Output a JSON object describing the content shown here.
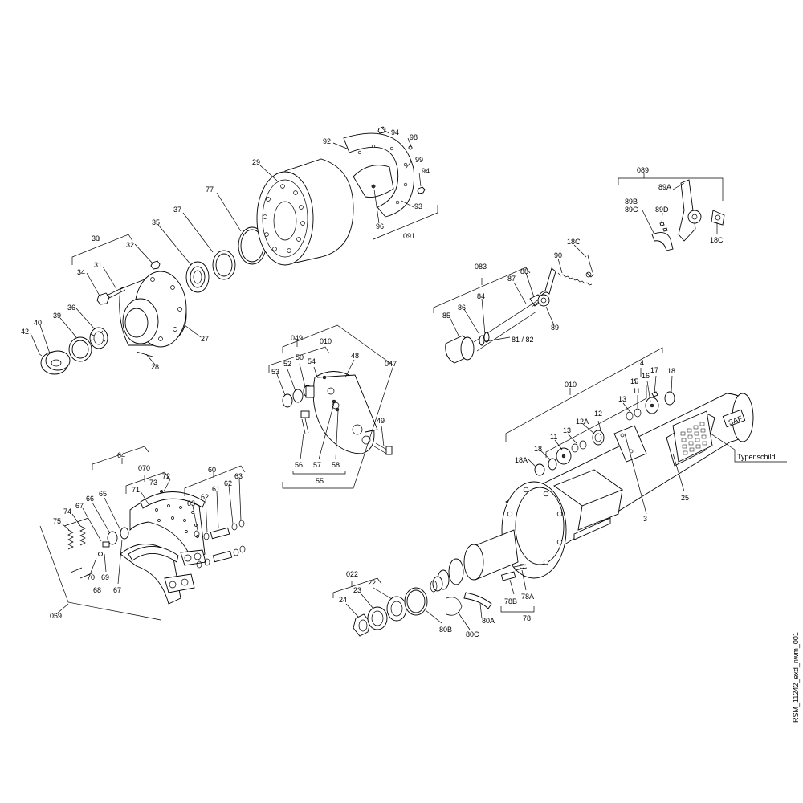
{
  "drawing_id": "RSM_11242_exd_nwm_001",
  "type_plate_label": "Typenschild",
  "brand_plate_text": "SAF",
  "callouts": {
    "l30": "30",
    "l32": "32",
    "l31": "31",
    "l34": "34",
    "l35": "35",
    "l37": "37",
    "l77": "77",
    "l29": "29",
    "l92": "92",
    "l94a": "94",
    "l98": "98",
    "l99": "99",
    "l94b": "94",
    "l93": "93",
    "l96": "96",
    "l091": "091",
    "l36": "36",
    "l39": "39",
    "l40": "40",
    "l42": "42",
    "l27": "27",
    "l28": "28",
    "l083": "083",
    "l88": "88",
    "l87": "87",
    "l84": "84",
    "l86": "86",
    "l85": "85",
    "l8182": "81 / 82",
    "l89a": "89",
    "l90": "90",
    "l18C_a": "18C",
    "l089": "089",
    "l89A": "89A",
    "l89B": "89B",
    "l89C": "89C",
    "l89D": "89D",
    "l18C_b": "18C",
    "l049": "049",
    "l010a": "010",
    "l54": "54",
    "l52": "52",
    "l50": "50",
    "l53": "53",
    "l48": "48",
    "l047": "047",
    "l49": "49",
    "l56": "56",
    "l57": "57",
    "l58": "58",
    "l55": "55",
    "l010b": "010",
    "l14": "14",
    "l15": "15",
    "l16": "16",
    "l17": "17",
    "l18a": "18",
    "l11a": "11",
    "l13a": "13",
    "l12": "12",
    "l12A": "12A",
    "l13b": "13",
    "l11b": "11",
    "l18b": "18",
    "l18A": "18A",
    "l3": "3",
    "l25": "25",
    "l64": "64",
    "l070": "070",
    "l60": "60",
    "l73": "73",
    "l72": "72",
    "l71": "71",
    "l65": "65",
    "l66": "66",
    "l67a": "67",
    "l74": "74",
    "l75": "75",
    "l63a": "63",
    "l62a": "62",
    "l61": "61",
    "l62b": "62",
    "l63b": "63",
    "l70": "70",
    "l69": "69",
    "l68": "68",
    "l67b": "67",
    "l059": "059",
    "l022": "022",
    "l22": "22",
    "l23": "23",
    "l24": "24",
    "l80B": "80B",
    "l80C": "80C",
    "l80A": "80A",
    "l78B": "78B",
    "l78A": "78A",
    "l78": "78"
  }
}
